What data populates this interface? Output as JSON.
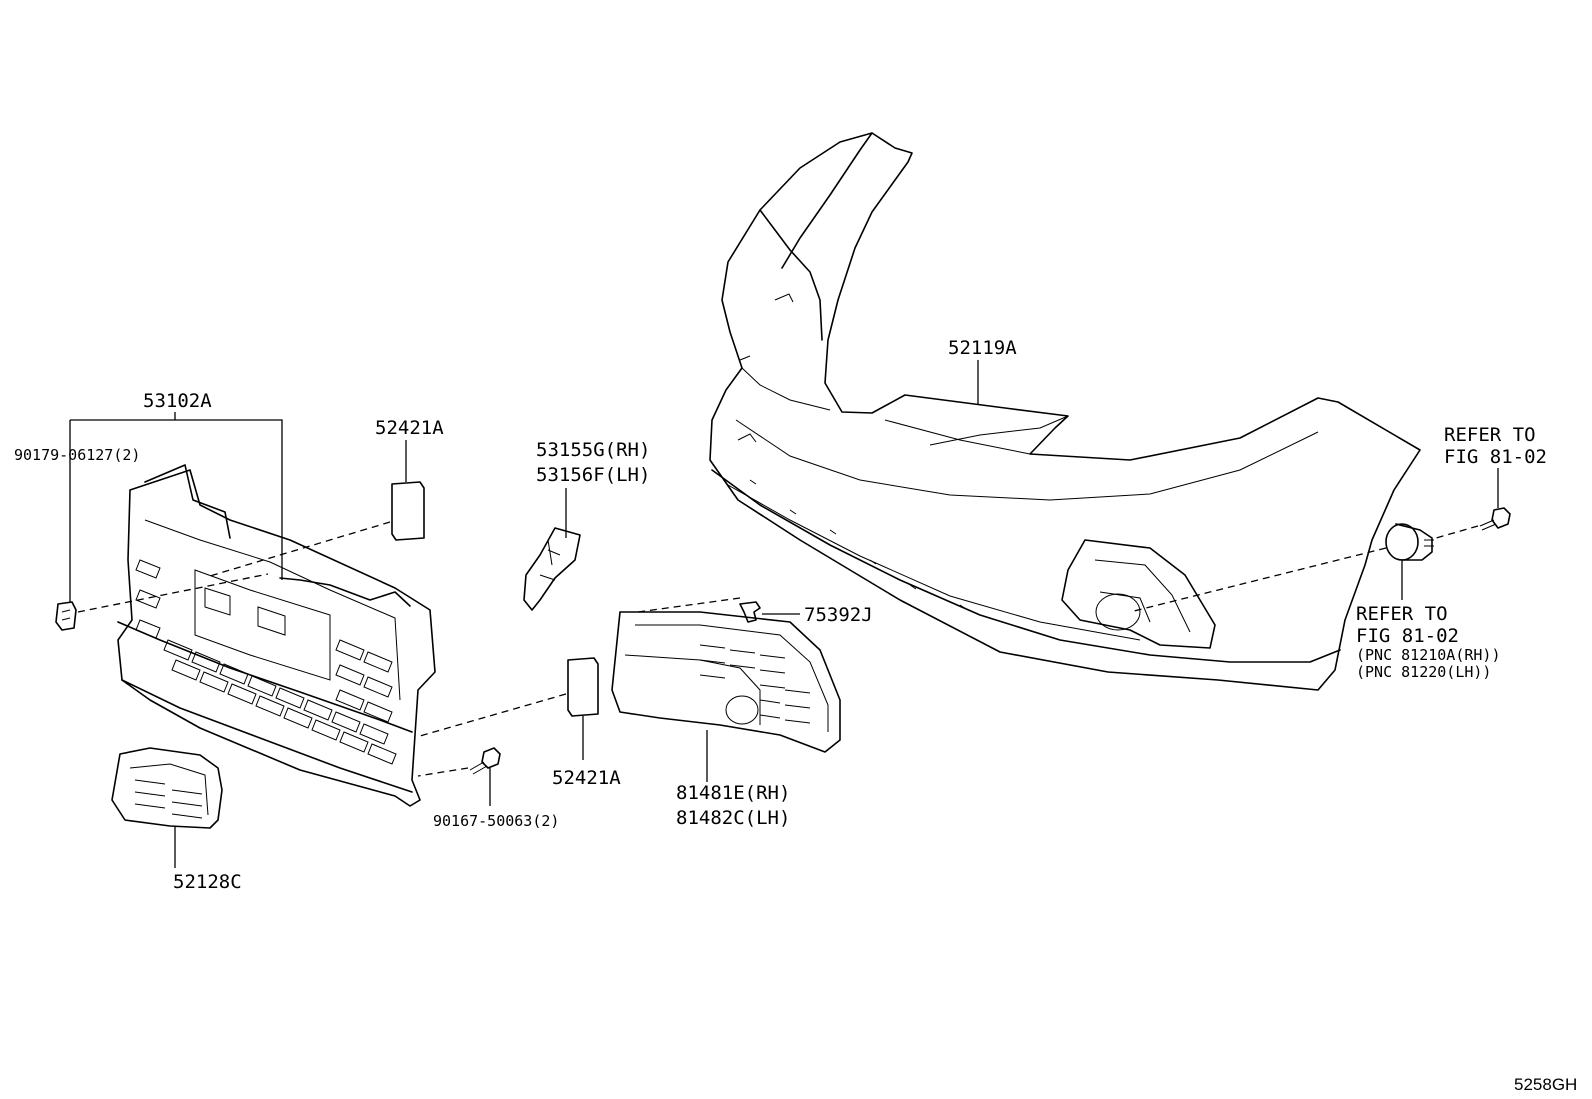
{
  "labels": {
    "p53102A": "53102A",
    "p90179": "90179-06127(2)",
    "p52421A_top": "52421A",
    "p53155G": "53155G(RH)",
    "p53156F": "53156F(LH)",
    "p52119A": "52119A",
    "p75392J": "75392J",
    "p52421A_bottom": "52421A",
    "p81481E": "81481E(RH)",
    "p81482C": "81482C(LH)",
    "p90167": "90167-50063(2)",
    "p52128C": "52128C",
    "ref1_line1": "REFER TO",
    "ref1_line2": "FIG 81-02",
    "ref2_line1": "REFER TO",
    "ref2_line2": "FIG 81-02",
    "ref2_line3": "(PNC 81210A(RH))",
    "ref2_line4": "(PNC 81220(LH))"
  },
  "figure_id": "5258GH"
}
